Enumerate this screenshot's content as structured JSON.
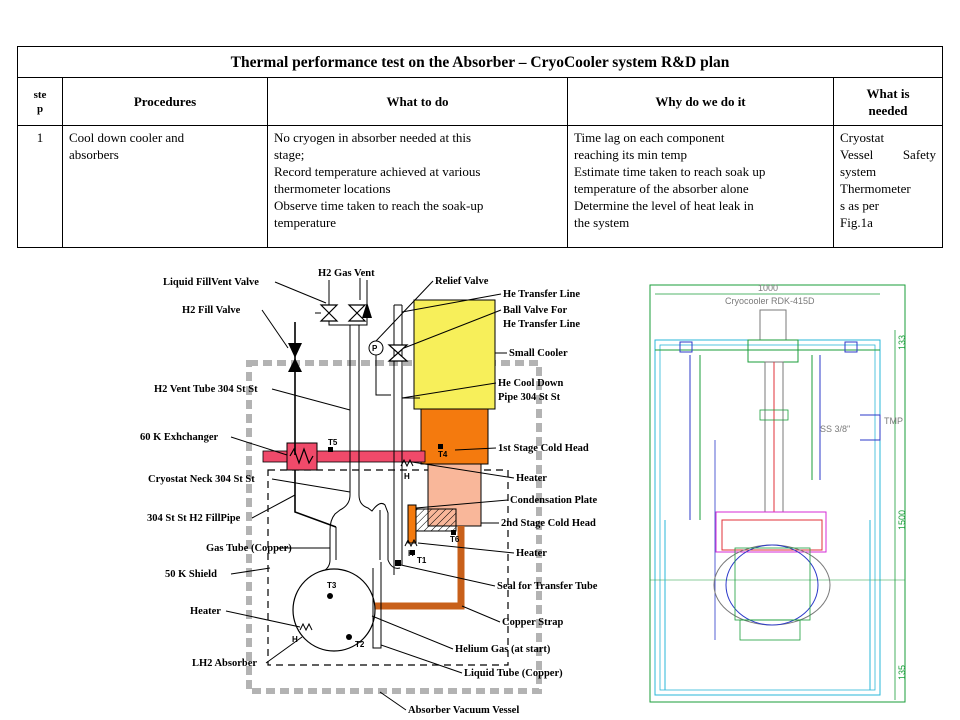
{
  "table": {
    "title": "Thermal performance test on the Absorber – CryoCooler system R&D plan",
    "headers": {
      "step": [
        "ste",
        "p"
      ],
      "procedures": "Procedures",
      "what": "What to do",
      "why": "Why do we do it",
      "needed": [
        "What is",
        "needed"
      ]
    },
    "row": {
      "step": "1",
      "procedure": [
        "Cool down cooler and",
        "absorbers"
      ],
      "what": [
        "No cryogen in absorber needed at this",
        "stage;",
        "Record temperature achieved at various",
        "thermometer locations",
        "Observe time taken to reach the soak-up",
        "temperature"
      ],
      "why": [
        "Time lag on each component",
        "reaching its min temp",
        "Estimate time taken to reach soak up",
        "temperature of the absorber alone",
        "Determine the level of heat leak in",
        "the system"
      ],
      "needed": [
        "Cryostat",
        "Vessel Safety",
        "system",
        "Thermometer",
        "s as per",
        "Fig.1a"
      ]
    }
  },
  "schematic": {
    "labels_left": {
      "liquid_fill_vent_valve": "Liquid FillVent Valve",
      "h2_fill_valve": "H2 Fill Valve",
      "h2_vent_tube": "H2 Vent Tube 304 St St",
      "k60_exchanger": "60 K Exhchanger",
      "cryostat_neck": "Cryostat Neck 304 St St",
      "h2_fillpipe": "304 St St H2 FillPipe",
      "gas_tube": "Gas Tube (Copper)",
      "shield_50k": "50 K Shield",
      "heater": "Heater",
      "lh2_absorber": "LH2 Absorber"
    },
    "labels_right": {
      "h2_gas_vent": "H2 Gas Vent",
      "relief_valve": "Relief Valve",
      "he_transfer_line": "He Transfer Line",
      "ball_valve_1": "Ball Valve For",
      "ball_valve_2": "He Transfer Line",
      "small_cooler": "Small Cooler",
      "he_cool_down_1": "He Cool Down",
      "he_cool_down_2": "Pipe 304 St St",
      "stage1_cold_head": "1st Stage Cold Head",
      "heater_1": "Heater",
      "condensation_plate": "Condensation Plate",
      "stage2_cold_head": "2nd Stage Cold Head",
      "heater_2": "Heater",
      "seal_transfer_tube": "Seal for Transfer Tube",
      "copper_strap": "Copper Strap",
      "helium_gas": "Helium Gas (at start)",
      "liquid_tube": "Liquid Tube (Copper)",
      "absorber_vacuum_vessel": "Absorber Vacuum Vessel"
    },
    "tags": {
      "P": "P",
      "T1": "T1",
      "T2": "T2",
      "T3": "T3",
      "T4": "T4",
      "T5": "T5",
      "T6": "T6",
      "H": "H"
    },
    "colors": {
      "cooler_yellow": "#f7ef5a",
      "stage1_orange": "#f47a0e",
      "stage2_peach": "#f9b79a",
      "hx_pink": "#f04a6a",
      "copper_strap": "#c8601a",
      "gray_wall": "#b3b3b3"
    }
  },
  "drawing": {
    "title": "Cryocooler RDK-415D",
    "dim_top": "1000",
    "dim_133": "133",
    "dim_1500": "1500",
    "dim_135": "135",
    "ss_label": "SS 3/8\"",
    "tmp_label": "TMP",
    "colors": {
      "frame_green": "#1a9e3a",
      "cyan": "#2ab7d8",
      "red": "#e0303a",
      "magenta": "#d62ad6",
      "blue": "#2b39c9",
      "gray": "#7a7a7a"
    }
  }
}
